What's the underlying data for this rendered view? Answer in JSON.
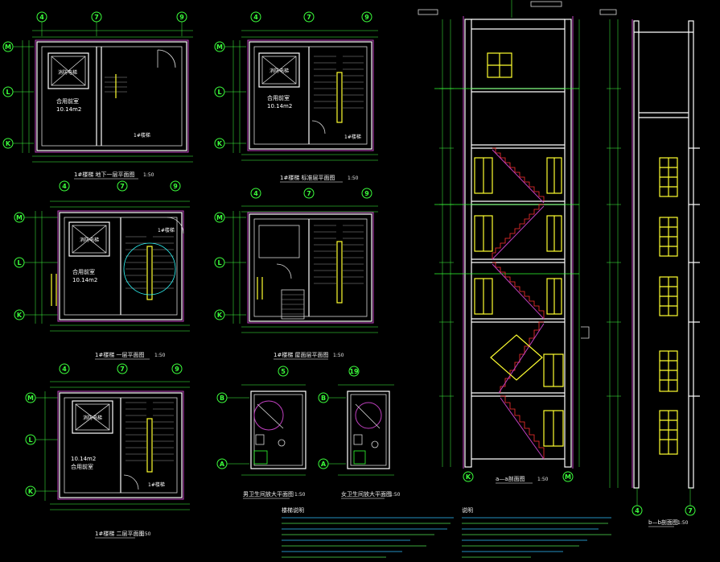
{
  "drawing": {
    "plans": {
      "basement": {
        "title": "1#楼梯 地下一层平面图",
        "scale": "1:50",
        "room_name": "合用前室",
        "room_area": "10.14m2",
        "elevator": "消防电梯",
        "stair": "1#楼梯",
        "axes_top": [
          "4",
          "7",
          "9"
        ],
        "axes_left": [
          "M",
          "L",
          "K"
        ]
      },
      "standard": {
        "title": "1#楼梯 标准层平面图",
        "scale": "1:50",
        "room_name": "合用前室",
        "room_area": "10.14m2",
        "elevator": "消防电梯",
        "stair": "1#楼梯",
        "axes_top": [
          "4",
          "7",
          "9"
        ],
        "axes_left": [
          "M",
          "L",
          "K"
        ]
      },
      "first": {
        "title": "1#楼梯 一层平面图",
        "scale": "1:50",
        "room_name": "合用前室",
        "room_area": "10.14m2",
        "elevator": "消防电梯",
        "stair": "1#楼梯",
        "axes_top": [
          "4",
          "7",
          "9"
        ],
        "axes_left": [
          "M",
          "L",
          "K"
        ]
      },
      "roof": {
        "title": "1#楼梯 屋面层平面图",
        "scale": "1:50",
        "axes_top": [
          "4",
          "7",
          "9"
        ],
        "axes_left": [
          "M",
          "L",
          "K"
        ]
      },
      "second": {
        "title": "1#楼梯 二层平面图",
        "scale": "1:50",
        "room_name": "合用前室",
        "room_area": "10.14m2",
        "elevator": "消防电梯",
        "stair": "1#楼梯",
        "axes_top": [
          "4",
          "7",
          "9"
        ],
        "axes_left": [
          "M",
          "L",
          "K"
        ]
      },
      "toilet_m": {
        "title": "男卫生间放大平面图",
        "scale": "1:50",
        "axes_top": [
          "5"
        ],
        "axes_left": [
          "B",
          "A"
        ]
      },
      "toilet_f": {
        "title": "女卫生间放大平面图",
        "scale": "1:50",
        "axes_top": [
          "19"
        ],
        "axes_left": [
          "B",
          "A"
        ]
      }
    },
    "sections": {
      "aa": {
        "title": "a—a剖面图",
        "scale": "1:50",
        "axes_bottom": [
          "K",
          "M"
        ]
      },
      "bb": {
        "title": "b—b剖面图",
        "scale": "1:50",
        "axes_bottom": [
          "4",
          "7"
        ]
      }
    },
    "notes": {
      "left_title": "楼梯说明",
      "right_title": "说明"
    }
  }
}
